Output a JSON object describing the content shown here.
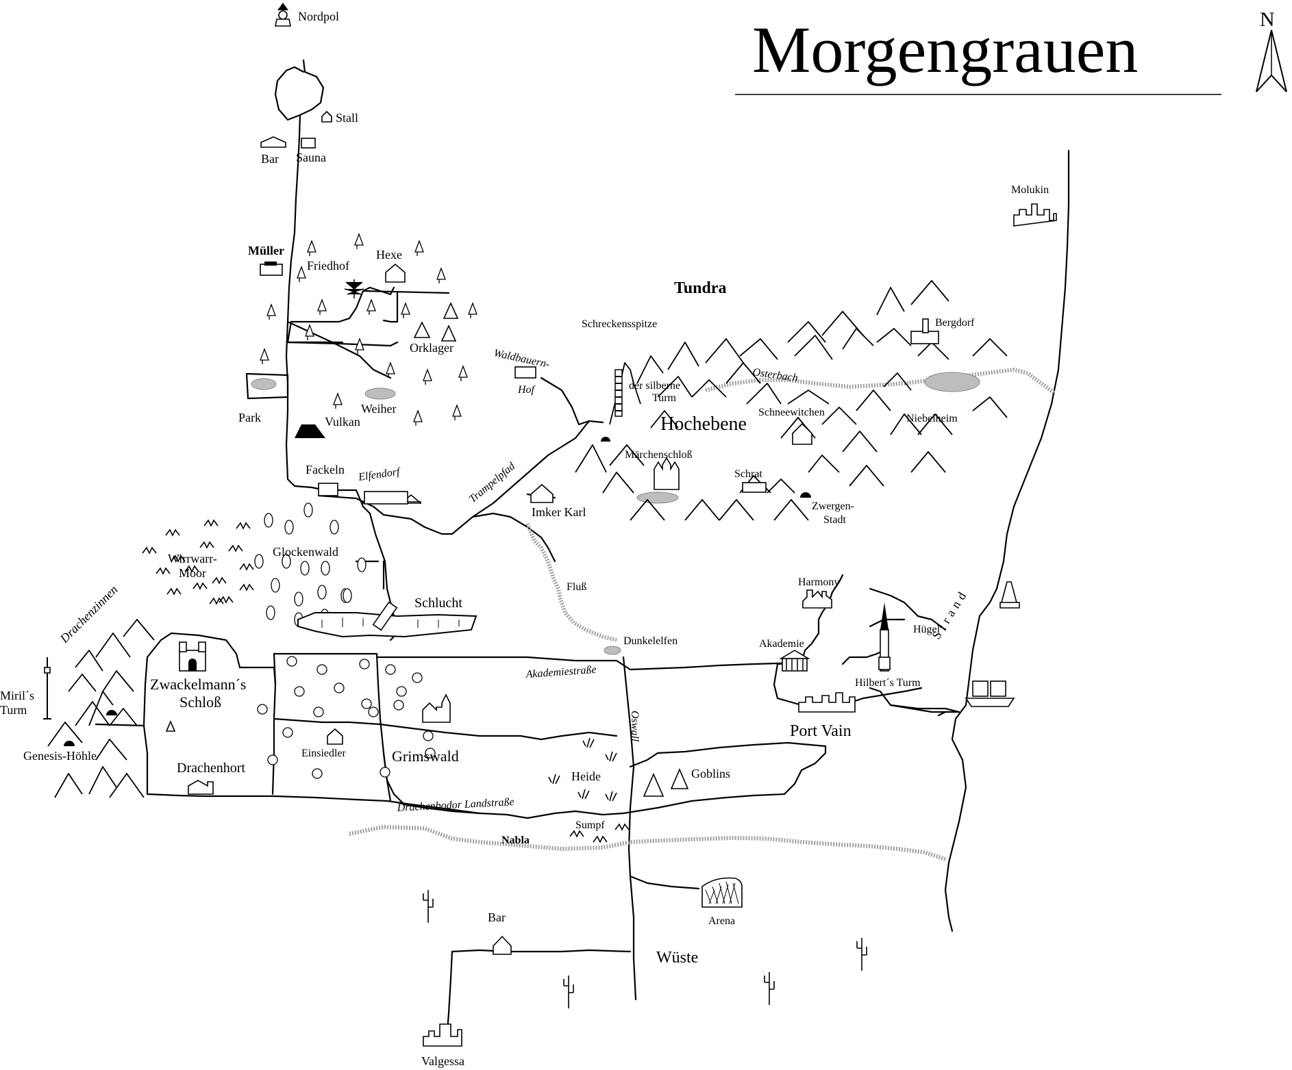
{
  "title": "Morgengrauen",
  "compass": "N",
  "labels": {
    "nordpol": "Nordpol",
    "stall": "Stall",
    "bar_north": "Bar",
    "sauna": "Sauna",
    "mueller": "Müller",
    "friedhof": "Friedhof",
    "hexe": "Hexe",
    "orklager": "Orklager",
    "park": "Park",
    "vulkan": "Vulkan",
    "weiher": "Weiher",
    "fackeln": "Fackeln",
    "elfendorf": "Elfendorf",
    "tundra": "Tundra",
    "schreckensspitze": "Schreckensspitze",
    "waldbauern": "Waldbauern-",
    "hof": "Hof",
    "silberne_turm_1": "der silberne",
    "silberne_turm_2": "Turm",
    "osterbach": "Osterbach",
    "bergdorf": "Bergdorf",
    "molukin": "Molukin",
    "hochebene": "Hochebene",
    "schneewitchen": "Schneewitchen",
    "niebelheim": "Niebelheim",
    "maerchenschloss": "Märchenschloß",
    "schrat": "Schrat",
    "zwergen_1": "Zwergen-",
    "zwergen_2": "Stadt",
    "trampelpfad": "Trampelpfad",
    "imker_karl": "Imker Karl",
    "wirrwarr_1": "Wirrwarr-",
    "wirrwarr_2": "Moor",
    "glockenwald": "Glockenwald",
    "schlucht": "Schlucht",
    "fluss": "Fluß",
    "harmony": "Harmony",
    "strand": "Strand",
    "drachenzinnen": "Drachenzinnen",
    "hugel": "Hügel",
    "akademie": "Akademie",
    "dunkelelfen": "Dunkelelfen",
    "akademiestrasse": "Akademiestraße",
    "hilberts_turm": "Hilbert´s Turm",
    "mirils_1": "Miril´s",
    "mirils_2": "Turm",
    "zwackel_1": "Zwackelmann´s",
    "zwackel_2": "Schloß",
    "port_vain": "Port Vain",
    "genesis": "Genesis-Höhle",
    "einsiedler": "Einsiedler",
    "grimswald": "Grimswald",
    "oswall": "Oswall",
    "heide": "Heide",
    "goblins": "Goblins",
    "drachenhort": "Drachenhort",
    "landstrasse": "Drachenbodor Landstraße",
    "sumpf": "Sumpf",
    "nabla": "Nabla",
    "arena": "Arena",
    "bar_south": "Bar",
    "wueste": "Wüste",
    "valgessa": "Valgessa"
  }
}
